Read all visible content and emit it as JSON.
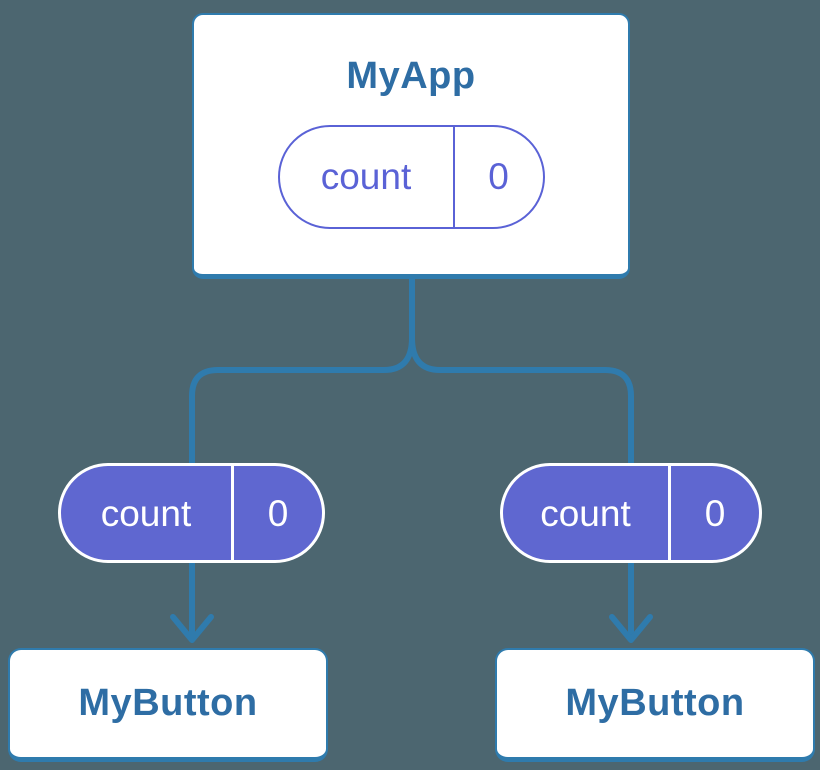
{
  "canvas": {
    "background_color": "#4c6670",
    "connector_color": "#2f7bad",
    "card_border_color": "#2f7bad",
    "card_text_color": "#2e6da4",
    "pill_fill_color": "#5f67d0",
    "pill_outline_color": "#5a62d6"
  },
  "root_node": {
    "label": "MyApp",
    "state_pill": {
      "key": "count",
      "value": "0"
    }
  },
  "prop_pills": [
    {
      "key": "count",
      "value": "0"
    },
    {
      "key": "count",
      "value": "0"
    }
  ],
  "child_nodes": [
    {
      "label": "MyButton"
    },
    {
      "label": "MyButton"
    }
  ]
}
